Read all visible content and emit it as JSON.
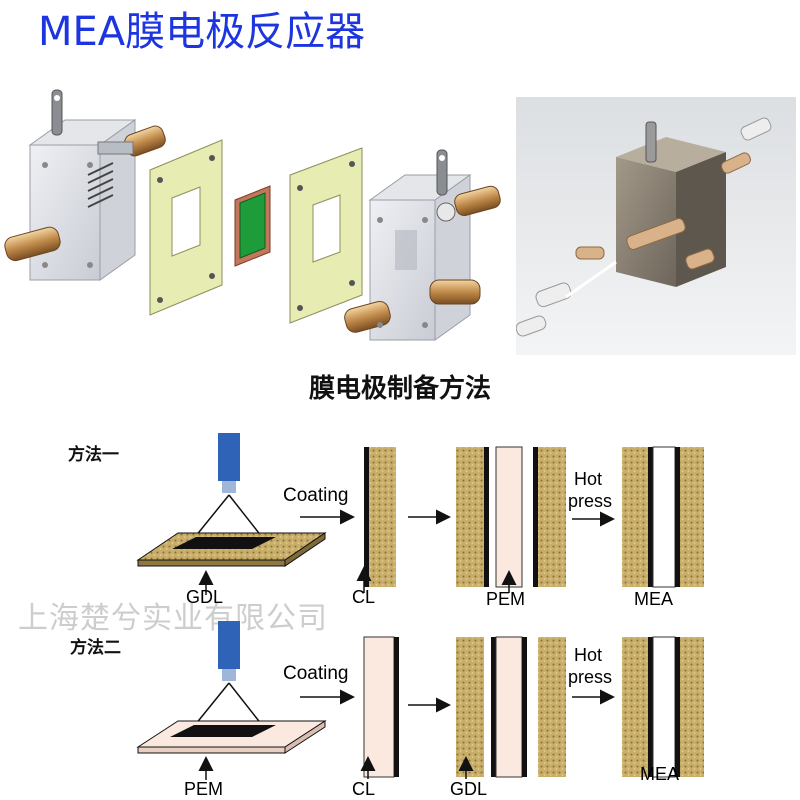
{
  "header": {
    "title": "MEA膜电极反应器"
  },
  "section": {
    "title": "膜电极制备方法"
  },
  "methods": [
    {
      "label": "方法一",
      "coating": "Coating",
      "hot": "Hot",
      "press": "press",
      "sub1": "GDL",
      "sub2": "CL",
      "sub3": "PEM",
      "result": "MEA"
    },
    {
      "label": "方法二",
      "coating": "Coating",
      "hot": "Hot",
      "press": "press",
      "sub1": "PEM",
      "sub2": "CL",
      "sub3": "GDL",
      "result": "MEA"
    }
  ],
  "watermark": "上海楚兮实业有限公司",
  "colors": {
    "title": "#1d35e0",
    "gdl": "#c9ae6a",
    "pem": "#fbe8de",
    "catalyst": "#111111",
    "nozzle": "#2f63b8",
    "gasket": "#e6ecb2"
  }
}
